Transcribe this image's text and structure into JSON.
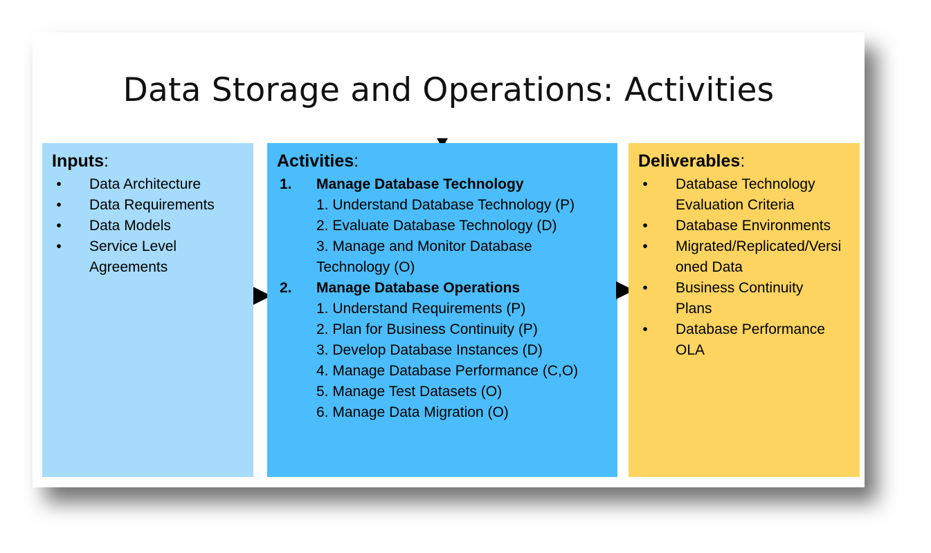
{
  "title": "Data Storage and Operations: Activities",
  "inputs": {
    "heading": "Inputs",
    "items": [
      "Data Architecture",
      "Data Requirements",
      "Data Models",
      "Service Level Agreements"
    ]
  },
  "activities": {
    "heading": "Activities",
    "sections": [
      {
        "number": "1.",
        "label": "Manage Database Technology",
        "items": [
          "1. Understand Database Technology (P)",
          "2. Evaluate Database Technology (D)",
          "3. Manage and Monitor Database Technology (O)"
        ]
      },
      {
        "number": "2.",
        "label": "Manage Database Operations",
        "items": [
          "1. Understand Requirements (P)",
          "2. Plan for Business Continuity (P)",
          "3. Develop Database Instances (D)",
          "4. Manage Database Performance (C,O)",
          "5. Manage Test Datasets (O)",
          "6. Manage Data Migration (O)"
        ]
      }
    ]
  },
  "deliverables": {
    "heading": "Deliverables",
    "items": [
      "Database Technology Evaluation Criteria",
      "Database Environments",
      "Migrated/Replicated/Versioned Data",
      "Business Continuity Plans",
      "Database Performance OLA"
    ]
  },
  "colors": {
    "inputs_panel": "#a6dbfb",
    "activities_panel": "#4cbdfc",
    "deliverables_panel": "#fdd460",
    "arrows": "#000000"
  }
}
